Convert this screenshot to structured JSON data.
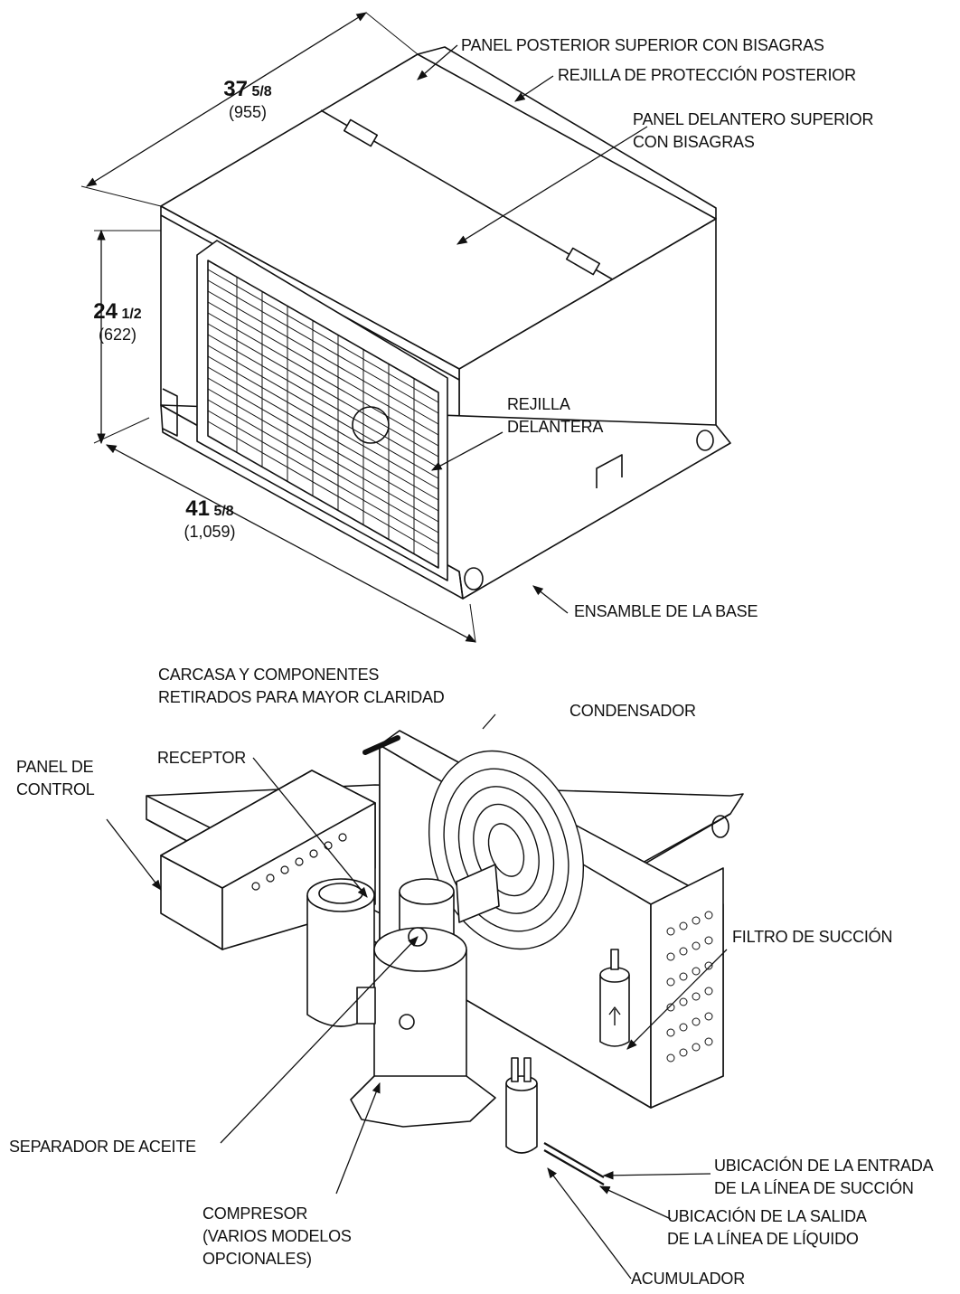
{
  "top_unit": {
    "dimensions": {
      "depth": {
        "inches": "37",
        "fraction": "5/8",
        "mm": "(955)"
      },
      "height": {
        "inches": "24",
        "fraction": "1/2",
        "mm": "(622)"
      },
      "width": {
        "inches": "41",
        "fraction": "5/8",
        "mm": "(1,059)"
      }
    },
    "labels": {
      "rear_top_panel": "PANEL POSTERIOR SUPERIOR CON BISAGRAS",
      "rear_guard": "REJILLA DE PROTECCIÓN POSTERIOR",
      "front_top_panel_l1": "PANEL DELANTERO SUPERIOR",
      "front_top_panel_l2": "CON BISAGRAS",
      "front_grille_l1": "REJILLA",
      "front_grille_l2": "DELANTERA",
      "base_assembly": "ENSAMBLE DE LA BASE"
    }
  },
  "bottom_unit": {
    "note_l1": "CARCASA Y COMPONENTES",
    "note_l2": "RETIRADOS PARA MAYOR CLARIDAD",
    "labels": {
      "condenser": "CONDENSADOR",
      "receiver": "RECEPTOR",
      "control_panel_l1": "PANEL DE",
      "control_panel_l2": "CONTROL",
      "suction_filter": "FILTRO DE SUCCIÓN",
      "oil_separator": "SEPARADOR DE ACEITE",
      "suction_inlet_l1": "UBICACIÓN DE LA ENTRADA",
      "suction_inlet_l2": "DE LA LÍNEA DE SUCCIÓN",
      "liquid_outlet_l1": "UBICACIÓN DE LA SALIDA",
      "liquid_outlet_l2": "DE LA LÍNEA DE LÍQUIDO",
      "compressor_l1": "COMPRESOR",
      "compressor_l2": "(VARIOS MODELOS",
      "compressor_l3": "OPCIONALES)",
      "accumulator": "ACUMULADOR"
    }
  }
}
